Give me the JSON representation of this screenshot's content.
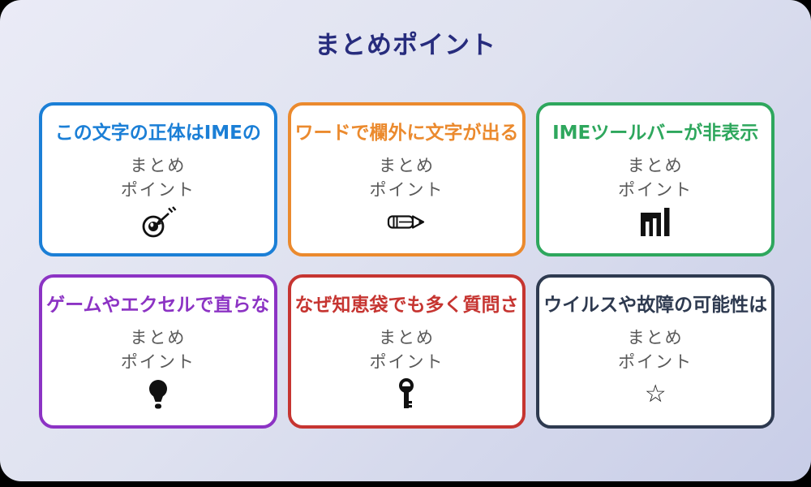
{
  "page": {
    "title": "まとめポイント",
    "title_color": "#272c7d",
    "background_gradient": [
      "#eaebf6",
      "#c8cde7"
    ],
    "card_background": "#ffffff",
    "body_text_color": "#595959"
  },
  "cards": [
    {
      "title": "この文字の正体はIMEの",
      "accent_color": "#1b7fd6",
      "body_lines": [
        "まとめ",
        "ポイント"
      ],
      "icon": "target-dart-icon"
    },
    {
      "title": "ワードで欄外に文字が出る",
      "accent_color": "#eb8a2e",
      "body_lines": [
        "まとめ",
        "ポイント"
      ],
      "icon": "pencil-icon"
    },
    {
      "title": "IMEツールバーが非表示",
      "accent_color": "#2ea75d",
      "body_lines": [
        "まとめ",
        "ポイント"
      ],
      "icon": "bar-chart-icon"
    },
    {
      "title": "ゲームやエクセルで直らな",
      "accent_color": "#8c33c4",
      "body_lines": [
        "まとめ",
        "ポイント"
      ],
      "icon": "lightbulb-icon"
    },
    {
      "title": "なぜ知恵袋でも多く質問さ",
      "accent_color": "#c63531",
      "body_lines": [
        "まとめ",
        "ポイント"
      ],
      "icon": "key-icon"
    },
    {
      "title": "ウイルスや故障の可能性は",
      "accent_color": "#2e3a50",
      "body_lines": [
        "まとめ",
        "ポイント"
      ],
      "icon": "star-icon",
      "star_glyph": "☆"
    }
  ]
}
